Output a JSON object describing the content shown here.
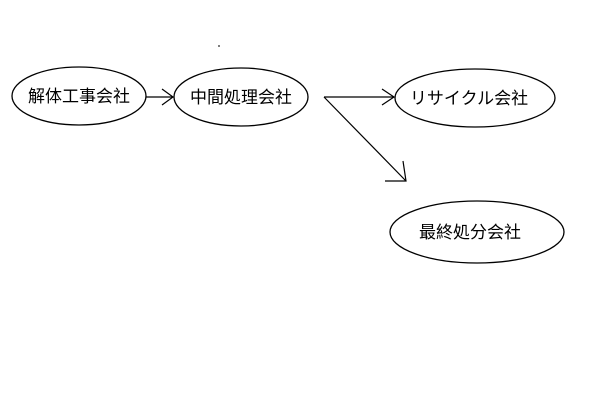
{
  "nodes": [
    {
      "id": "demolition",
      "label": "解体工事会社"
    },
    {
      "id": "intermediate",
      "label": "中間処理会社"
    },
    {
      "id": "recycle",
      "label": "リサイクル会社"
    },
    {
      "id": "final",
      "label": "最終処分会社"
    }
  ],
  "edges": [
    {
      "from": "demolition",
      "to": "intermediate"
    },
    {
      "from": "intermediate",
      "to": "recycle"
    },
    {
      "from": "intermediate",
      "to": "final"
    }
  ],
  "colors": {
    "stroke": "#000000",
    "background": "#ffffff"
  }
}
